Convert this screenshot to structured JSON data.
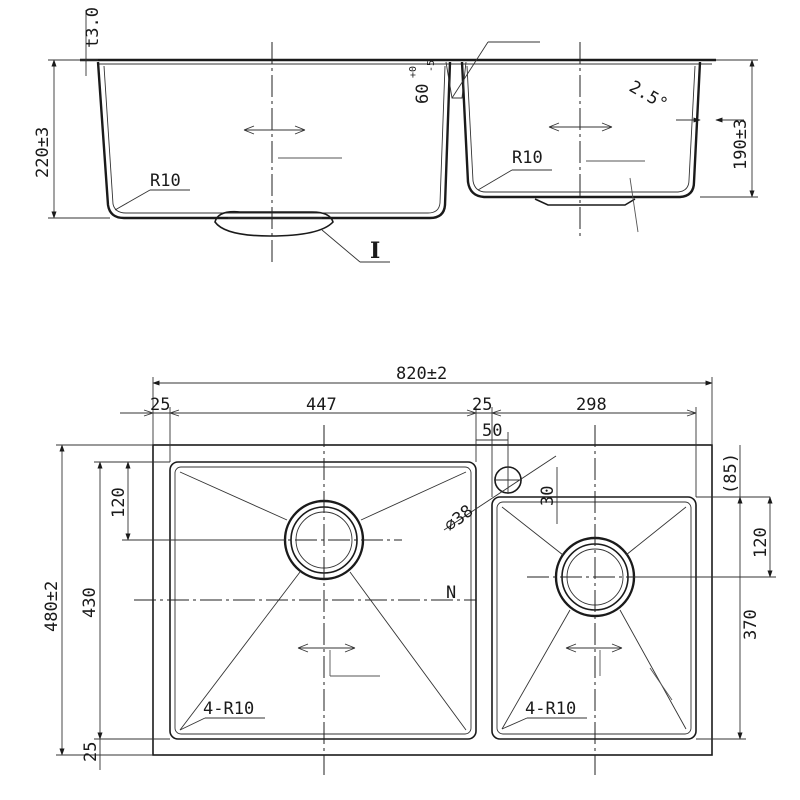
{
  "side_view": {
    "thickness": "t3.0",
    "left_depth": "220±3",
    "right_depth": "190±3",
    "overflow_dim": "60",
    "overflow_tol_upper": "+0",
    "overflow_tol_lower": "-5",
    "angle": "2.5°",
    "left_radius": "R10",
    "right_radius": "R10",
    "detail_label": "I"
  },
  "top_view": {
    "overall_width": "820±2",
    "left_margin": "25",
    "left_bowl_width": "447",
    "divider_width": "25",
    "right_bowl_width": "298",
    "tap_hole_offset": "50",
    "overall_depth": "480±2",
    "left_bowl_depth": "430",
    "drain_offset_left": "120",
    "bottom_margin": "25",
    "tap_hole_diameter": "⌀38",
    "tap_hole_dim": "30",
    "right_top_offset": "(85)",
    "drain_offset_right": "120",
    "right_bowl_depth": "370",
    "north_label": "N",
    "corner_radius_left": "4-R10",
    "corner_radius_right": "4-R10"
  }
}
